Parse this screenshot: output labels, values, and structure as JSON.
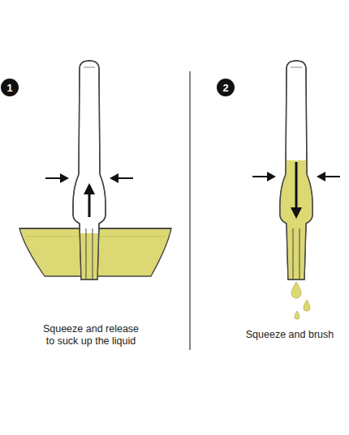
{
  "diagram": {
    "nodes": [
      {
        "text": [
          "1"
        ]
      },
      {
        "text": [
          "2"
        ]
      }
    ],
    "labels": [
      "Squeeze and release to suck up the liquid",
      "Squeeze and brush"
    ]
  }
}
